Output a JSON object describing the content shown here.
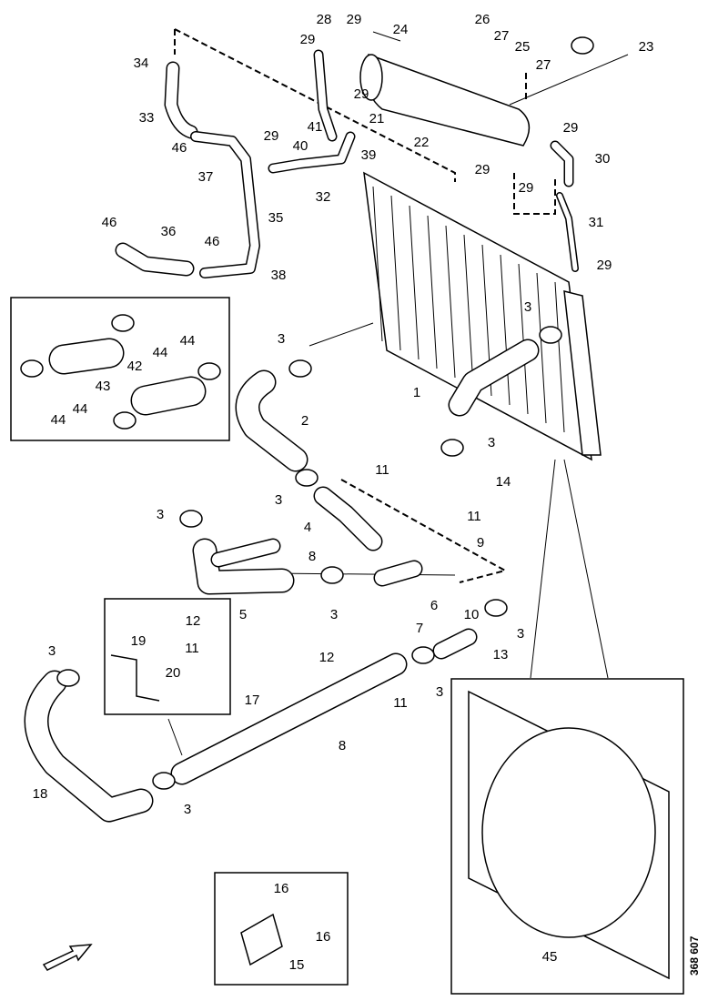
{
  "diagram": {
    "drawing_code": "368 607",
    "callouts": [
      "28",
      "29",
      "24",
      "26",
      "27",
      "25",
      "27",
      "23",
      "29",
      "34",
      "29",
      "21",
      "22",
      "33",
      "46",
      "29",
      "41",
      "40",
      "39",
      "29",
      "30",
      "37",
      "29",
      "29",
      "32",
      "35",
      "31",
      "46",
      "36",
      "46",
      "29",
      "38",
      "3",
      "44",
      "44",
      "43",
      "42",
      "44",
      "44",
      "3",
      "1",
      "2",
      "3",
      "11",
      "14",
      "3",
      "3",
      "11",
      "4",
      "9",
      "8",
      "5",
      "3",
      "6",
      "10",
      "3",
      "12",
      "11",
      "19",
      "20",
      "7",
      "13",
      "12",
      "3",
      "3",
      "11",
      "17",
      "8",
      "18",
      "3",
      "16",
      "16",
      "15",
      "45"
    ],
    "direction_arrow": "arrow-icon"
  }
}
